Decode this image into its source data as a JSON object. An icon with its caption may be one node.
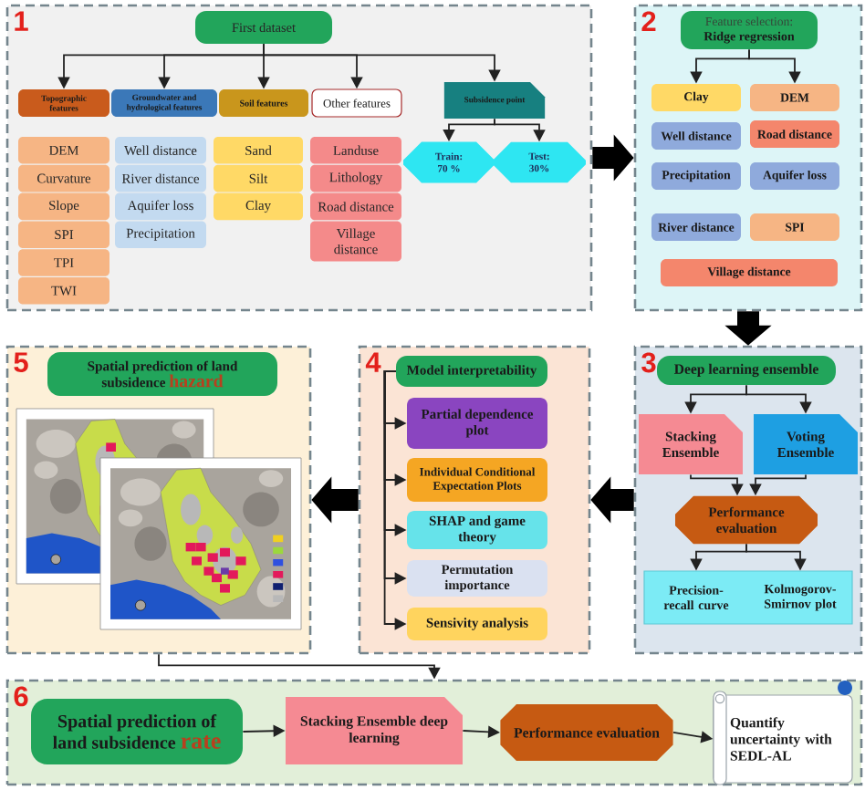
{
  "diagram": {
    "nodes": [
      {
        "text": [
          "1"
        ]
      },
      {
        "text": [
          "First dataset"
        ],
        "in": 0
      },
      {
        "text": [
          "Topographic features"
        ],
        "in": 0
      },
      {
        "text": [
          "Groundwater and hydrological features"
        ],
        "in": 0
      },
      {
        "text": [
          "Soil features"
        ],
        "in": 0
      },
      {
        "text": [
          "Other features"
        ],
        "in": 0
      },
      {
        "text": [
          "Subsidence point"
        ],
        "in": 0
      },
      {
        "text": [
          "DEM"
        ],
        "in": 0
      },
      {
        "text": [
          "Curvature"
        ],
        "in": 0
      },
      {
        "text": [
          "Slope"
        ],
        "in": 0
      },
      {
        "text": [
          "SPI"
        ],
        "in": 0
      },
      {
        "text": [
          "TPI"
        ],
        "in": 0
      },
      {
        "text": [
          "TWI"
        ],
        "in": 0
      },
      {
        "text": [
          "Well distance"
        ],
        "in": 0
      },
      {
        "text": [
          "River distance"
        ],
        "in": 0
      },
      {
        "text": [
          "Aquifer loss"
        ],
        "in": 0
      },
      {
        "text": [
          "Precipitation"
        ],
        "in": 0
      },
      {
        "text": [
          "Sand"
        ],
        "in": 0
      },
      {
        "text": [
          "Silt"
        ],
        "in": 0
      },
      {
        "text": [
          "Clay"
        ],
        "in": 0
      },
      {
        "text": [
          "Landuse"
        ],
        "in": 0
      },
      {
        "text": [
          "Lithology"
        ],
        "in": 0
      },
      {
        "text": [
          "Road distance"
        ],
        "in": 0
      },
      {
        "text": [
          "Village distance"
        ],
        "in": 0
      },
      {
        "text": [
          "Train: 70 %"
        ],
        "in": 0
      },
      {
        "text": [
          "Test: 30%"
        ],
        "in": 0
      },
      {
        "text": [
          "2"
        ]
      },
      {
        "text": [
          "Feature selection:",
          "Ridge regression"
        ],
        "in": 26
      },
      {
        "text": [
          "Clay"
        ],
        "in": 26
      },
      {
        "text": [
          "DEM"
        ],
        "in": 26
      },
      {
        "text": [
          "Well distance"
        ],
        "in": 26
      },
      {
        "text": [
          "Road distance"
        ],
        "in": 26
      },
      {
        "text": [
          "Precipitation"
        ],
        "in": 26
      },
      {
        "text": [
          "Aquifer loss"
        ],
        "in": 26
      },
      {
        "text": [
          "River distance"
        ],
        "in": 26
      },
      {
        "text": [
          "SPI"
        ],
        "in": 26
      },
      {
        "text": [
          "Village distance"
        ],
        "in": 26
      },
      {
        "text": [
          "5"
        ]
      },
      {
        "text": [
          "Spatial prediction of land subsidence hazard"
        ],
        "in": 37
      },
      {
        "text": [
          "4"
        ]
      },
      {
        "text": [
          "Model interpretability"
        ],
        "in": 39
      },
      {
        "text": [
          "Partial dependence plot"
        ],
        "in": 39
      },
      {
        "text": [
          "Individual Conditional Expectation Plots"
        ],
        "in": 39
      },
      {
        "text": [
          "SHAP and game theory"
        ],
        "in": 39
      },
      {
        "text": [
          "Permutation importance"
        ],
        "in": 39
      },
      {
        "text": [
          "Sensivity analysis"
        ],
        "in": 39
      },
      {
        "text": [
          "3"
        ]
      },
      {
        "text": [
          "Deep learning ensemble"
        ],
        "in": 46
      },
      {
        "text": [
          "Stacking Ensemble"
        ],
        "in": 46
      },
      {
        "text": [
          "Voting Ensemble"
        ],
        "in": 46
      },
      {
        "text": [
          "Performance evaluation"
        ],
        "in": 46
      },
      {
        "text": [],
        "shape": "box",
        "in": 46
      },
      {
        "text": [
          "Precision-recall curve"
        ],
        "in": 51
      },
      {
        "text": [
          "Kolmogorov-Smirnov plot"
        ],
        "in": 51
      },
      {
        "text": [
          "6"
        ]
      },
      {
        "text": [
          "Spatial prediction of land subsidence rate"
        ],
        "in": 54
      },
      {
        "text": [
          "Stacking Ensemble deep learning"
        ],
        "in": 54
      },
      {
        "text": [
          "Performance evaluation"
        ],
        "in": 54
      },
      {
        "text": [
          "Quantify uncertainty with SEDL-AL"
        ],
        "in": 54
      }
    ],
    "edges": [
      {
        "from": 1,
        "to": 2,
        "arrow": "to"
      },
      {
        "from": 1,
        "to": 3,
        "arrow": "to"
      },
      {
        "from": 1,
        "to": 4,
        "arrow": "to"
      },
      {
        "from": 1,
        "to": 5,
        "arrow": "to"
      },
      {
        "from": 1,
        "to": 6,
        "arrow": "to"
      },
      {
        "from": 6,
        "to": 24,
        "arrow": "to"
      },
      {
        "from": 6,
        "to": 25,
        "arrow": "to"
      },
      {
        "from": 0,
        "to": 26,
        "arrow": "to",
        "style": "thick"
      },
      {
        "from": 27,
        "to": 28,
        "arrow": "to"
      },
      {
        "from": 27,
        "to": 29,
        "arrow": "to"
      },
      {
        "from": 26,
        "to": 46,
        "arrow": "to",
        "style": "thick"
      },
      {
        "from": 47,
        "to": 48,
        "arrow": "to"
      },
      {
        "from": 47,
        "to": 49,
        "arrow": "to"
      },
      {
        "from": 48,
        "to": 50,
        "arrow": "to"
      },
      {
        "from": 49,
        "to": 50,
        "arrow": "to"
      },
      {
        "from": 50,
        "to": 52,
        "arrow": "to"
      },
      {
        "from": 50,
        "to": 53,
        "arrow": "to"
      },
      {
        "from": 46,
        "to": 39,
        "arrow": "to",
        "style": "thick"
      },
      {
        "from": 40,
        "to": 41,
        "arrow": "to"
      },
      {
        "from": 40,
        "to": 42,
        "arrow": "to"
      },
      {
        "from": 40,
        "to": 43,
        "arrow": "to"
      },
      {
        "from": 40,
        "to": 44,
        "arrow": "to"
      },
      {
        "from": 40,
        "to": 45,
        "arrow": "to"
      },
      {
        "from": 39,
        "to": 37,
        "arrow": "to",
        "style": "thick"
      },
      {
        "from": 37,
        "to": 54,
        "arrow": "to"
      },
      {
        "from": 55,
        "to": 56,
        "arrow": "to"
      },
      {
        "from": 56,
        "to": 57,
        "arrow": "to"
      },
      {
        "from": 57,
        "to": 58,
        "arrow": "to"
      }
    ]
  }
}
